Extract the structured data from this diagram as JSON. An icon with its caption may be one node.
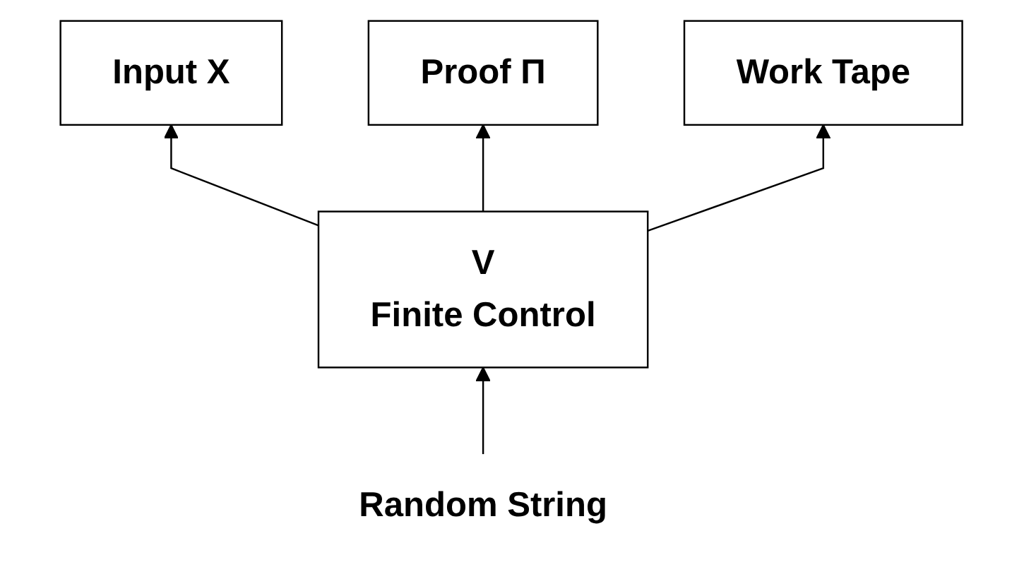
{
  "diagram": {
    "nodes": [
      {
        "text": [
          "Input X"
        ]
      },
      {
        "text": [
          "Proof Π"
        ]
      },
      {
        "text": [
          "Random String"
        ]
      },
      {
        "text": [
          "V",
          "Finite Control"
        ]
      },
      {
        "text": [
          "Work Tape"
        ]
      }
    ],
    "edges": [
      {
        "from": 3,
        "to": 0,
        "arrow": "to"
      },
      {
        "from": 3,
        "to": 1,
        "arrow": "to"
      },
      {
        "from": 2,
        "to": 3,
        "arrow": "to"
      },
      {
        "from": 3,
        "to": 4,
        "arrow": "to"
      }
    ]
  }
}
